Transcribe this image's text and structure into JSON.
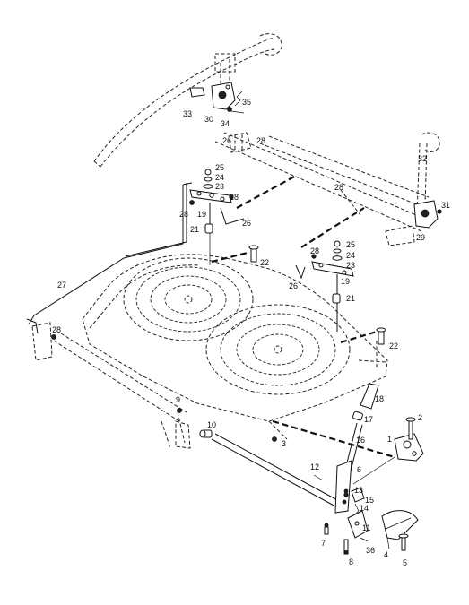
{
  "labels": [
    {
      "id": "1",
      "text": "1"
    },
    {
      "id": "2",
      "text": "2"
    },
    {
      "id": "3",
      "text": "3"
    },
    {
      "id": "4",
      "text": "4"
    },
    {
      "id": "5",
      "text": "5"
    },
    {
      "id": "6",
      "text": "6"
    },
    {
      "id": "7",
      "text": "7"
    },
    {
      "id": "8",
      "text": "8"
    },
    {
      "id": "9",
      "text": "9"
    },
    {
      "id": "10",
      "text": "10"
    },
    {
      "id": "11",
      "text": "11"
    },
    {
      "id": "12",
      "text": "12"
    },
    {
      "id": "13",
      "text": "13"
    },
    {
      "id": "14",
      "text": "14"
    },
    {
      "id": "15",
      "text": "15"
    },
    {
      "id": "16",
      "text": "16"
    },
    {
      "id": "17",
      "text": "17"
    },
    {
      "id": "18",
      "text": "18"
    },
    {
      "id": "19a",
      "text": "19"
    },
    {
      "id": "19b",
      "text": "19"
    },
    {
      "id": "21a",
      "text": "21"
    },
    {
      "id": "21b",
      "text": "21"
    },
    {
      "id": "22a",
      "text": "22"
    },
    {
      "id": "22b",
      "text": "22"
    },
    {
      "id": "23a",
      "text": "23"
    },
    {
      "id": "23b",
      "text": "23"
    },
    {
      "id": "24a",
      "text": "24"
    },
    {
      "id": "24b",
      "text": "24"
    },
    {
      "id": "25a",
      "text": "25"
    },
    {
      "id": "25b",
      "text": "25"
    },
    {
      "id": "26a",
      "text": "26"
    },
    {
      "id": "26b",
      "text": "26"
    },
    {
      "id": "26c",
      "text": "26"
    },
    {
      "id": "27",
      "text": "27"
    },
    {
      "id": "28a",
      "text": "28"
    },
    {
      "id": "28b",
      "text": "28"
    },
    {
      "id": "28c",
      "text": "28"
    },
    {
      "id": "28d",
      "text": "28"
    },
    {
      "id": "28e",
      "text": "28"
    },
    {
      "id": "28f",
      "text": "28"
    },
    {
      "id": "29",
      "text": "29"
    },
    {
      "id": "30",
      "text": "30"
    },
    {
      "id": "31",
      "text": "31"
    },
    {
      "id": "32",
      "text": "32"
    },
    {
      "id": "33",
      "text": "33"
    },
    {
      "id": "34",
      "text": "34"
    },
    {
      "id": "35",
      "text": "35"
    },
    {
      "id": "36",
      "text": "36"
    }
  ]
}
